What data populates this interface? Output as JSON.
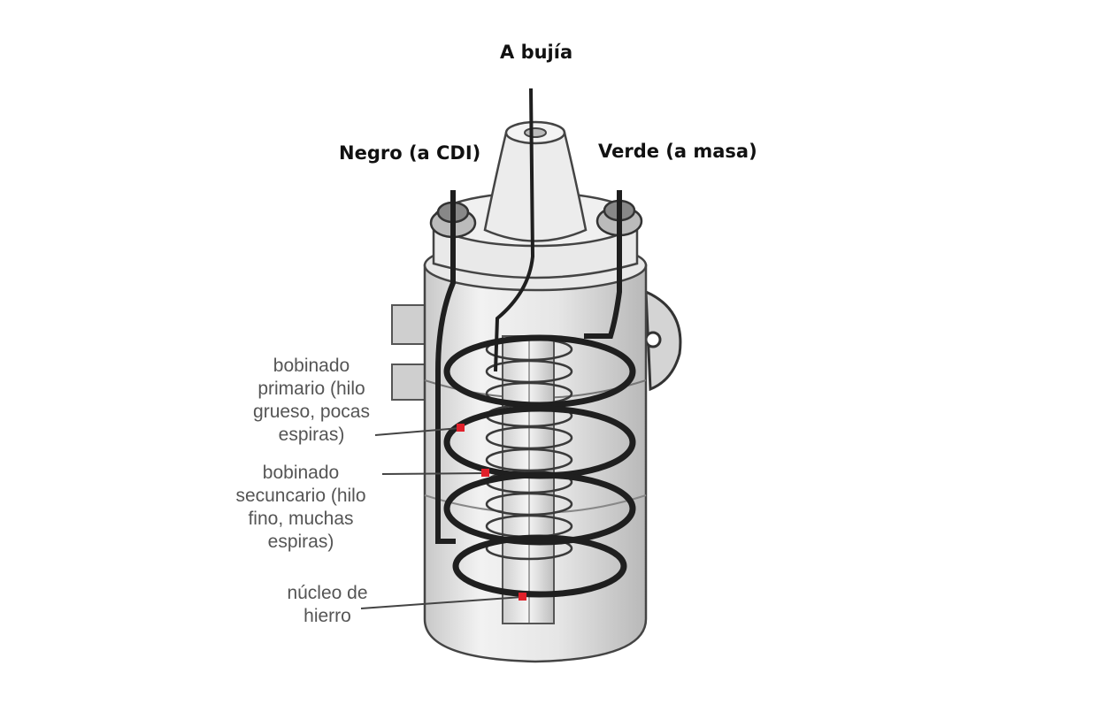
{
  "labels": {
    "spark_plug": "A bujía",
    "black_wire": "Negro (a CDI)",
    "green_wire": "Verde (a masa)",
    "primary": [
      "bobinado",
      "primario (hilo",
      "grueso, pocas",
      "espiras)"
    ],
    "secondary": [
      "bobinado",
      "secuncario (hilo",
      "fino, muchas",
      "espiras)"
    ],
    "core": [
      "núcleo de",
      "hierro"
    ]
  },
  "colors": {
    "marker": "#e0202a",
    "ink": "#2b2b2b",
    "body_shade": "#d9d9d9"
  }
}
